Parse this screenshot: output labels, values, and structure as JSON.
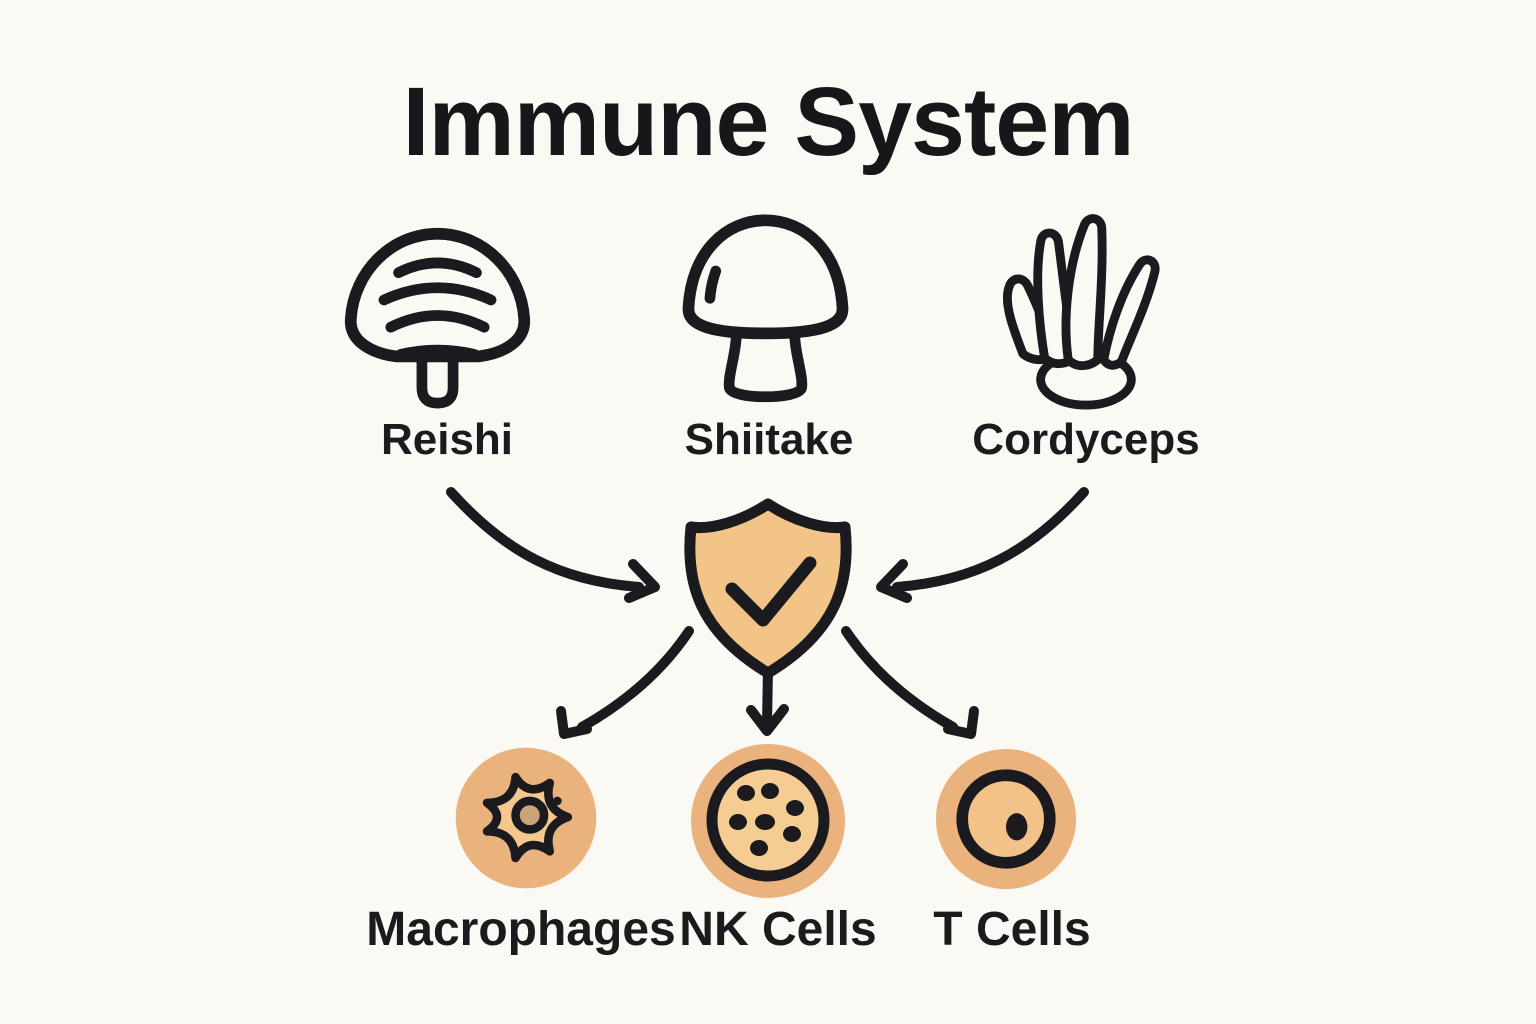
{
  "title": "Immune System",
  "colors": {
    "background": "#FBF9F4",
    "line": "#1A1A1F",
    "shield_fill": "#F2C488",
    "cell_outer_fill": "#EAB27D",
    "cell_inner_fill": "#F3C78E",
    "nk_inner_fill": "#F5CD93",
    "t_inner_fill": "#F2C289",
    "nucleus_fill": "#C9A478"
  },
  "sources": [
    {
      "label": "Reishi",
      "icon": "reishi-mushroom-icon"
    },
    {
      "label": "Shiitake",
      "icon": "shiitake-mushroom-icon"
    },
    {
      "label": "Cordyceps",
      "icon": "cordyceps-mushroom-icon"
    }
  ],
  "hub": {
    "icon": "shield-check-icon"
  },
  "targets": [
    {
      "label": "Macrophages",
      "icon": "macrophage-cell-icon"
    },
    {
      "label": "NK Cells",
      "icon": "nk-cell-icon"
    },
    {
      "label": "T Cells",
      "icon": "t-cell-icon"
    }
  ]
}
